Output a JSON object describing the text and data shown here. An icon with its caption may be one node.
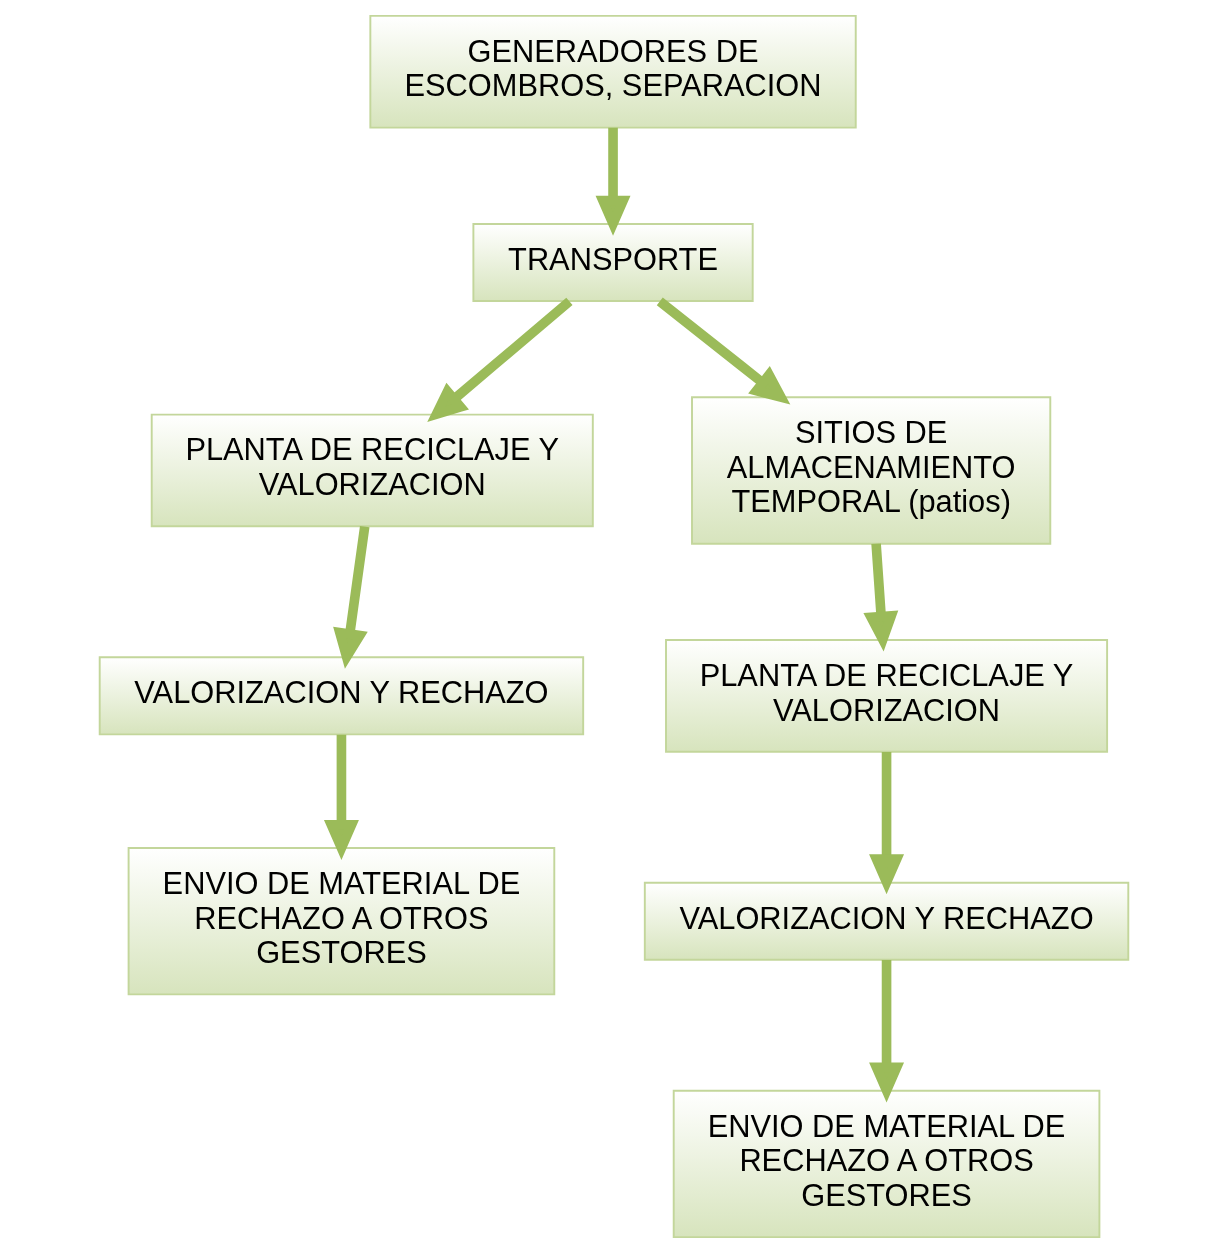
{
  "diagram": {
    "nodes": [
      {
        "text": [
          "GENERADORES DE ESCOMBROS, SEPARACION"
        ]
      },
      {
        "text": [
          "TRANSPORTE"
        ]
      },
      {
        "text": [
          "PLANTA DE RECICLAJE Y VALORIZACION"
        ]
      },
      {
        "text": [
          "SITIOS DE ALMACENAMIENTO TEMPORAL (patios)"
        ]
      },
      {
        "text": [
          "VALORIZACION Y RECHAZO"
        ]
      },
      {
        "text": [
          "ENVIO DE MATERIAL DE RECHAZO A OTROS GESTORES"
        ]
      },
      {
        "text": [
          "PLANTA DE RECICLAJE Y VALORIZACION"
        ]
      },
      {
        "text": [
          "VALORIZACION Y RECHAZO"
        ]
      },
      {
        "text": [
          "ENVIO DE MATERIAL DE RECHAZO A OTROS GESTORES"
        ]
      }
    ],
    "edges": [
      {
        "from": 0,
        "to": 1,
        "arrow": "to"
      },
      {
        "from": 1,
        "to": 2,
        "arrow": "to"
      },
      {
        "from": 1,
        "to": 3,
        "arrow": "to"
      },
      {
        "from": 2,
        "to": 4,
        "arrow": "to"
      },
      {
        "from": 4,
        "to": 5,
        "arrow": "to"
      },
      {
        "from": 3,
        "to": 6,
        "arrow": "to"
      },
      {
        "from": 6,
        "to": 7,
        "arrow": "to"
      },
      {
        "from": 7,
        "to": 8,
        "arrow": "to"
      }
    ]
  }
}
